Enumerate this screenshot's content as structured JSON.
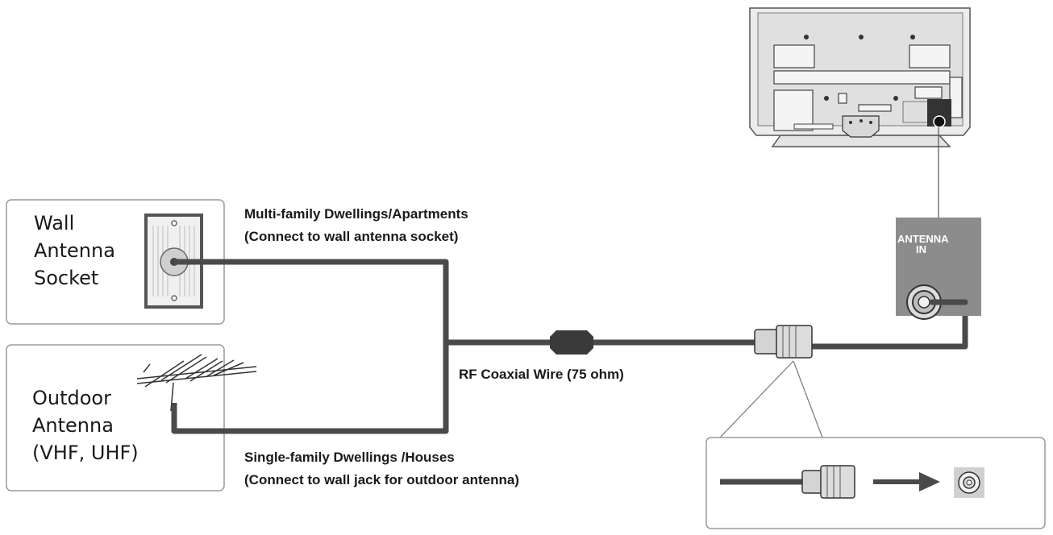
{
  "wall_box": {
    "lines": [
      "Wall",
      "Antenna",
      "Socket"
    ]
  },
  "outdoor_box": {
    "lines": [
      "Outdoor",
      "Antenna",
      "(VHF, UHF)"
    ]
  },
  "labels": {
    "multi_line1": "Multi-family Dwellings/Apartments",
    "multi_line2": "(Connect to wall antenna socket)",
    "rf_wire": "RF Coaxial Wire (75 ohm)",
    "single_line1": "Single-family Dwellings /Houses",
    "single_line2": "(Connect to wall jack for outdoor antenna)"
  },
  "jack": {
    "line1": "ANTENNA",
    "line2": "IN"
  },
  "colors": {
    "cable": "#4a4a4a",
    "panel": "#8c8c8c",
    "tv_body": "#e6e6e6",
    "box_border": "#9a9a9a"
  }
}
